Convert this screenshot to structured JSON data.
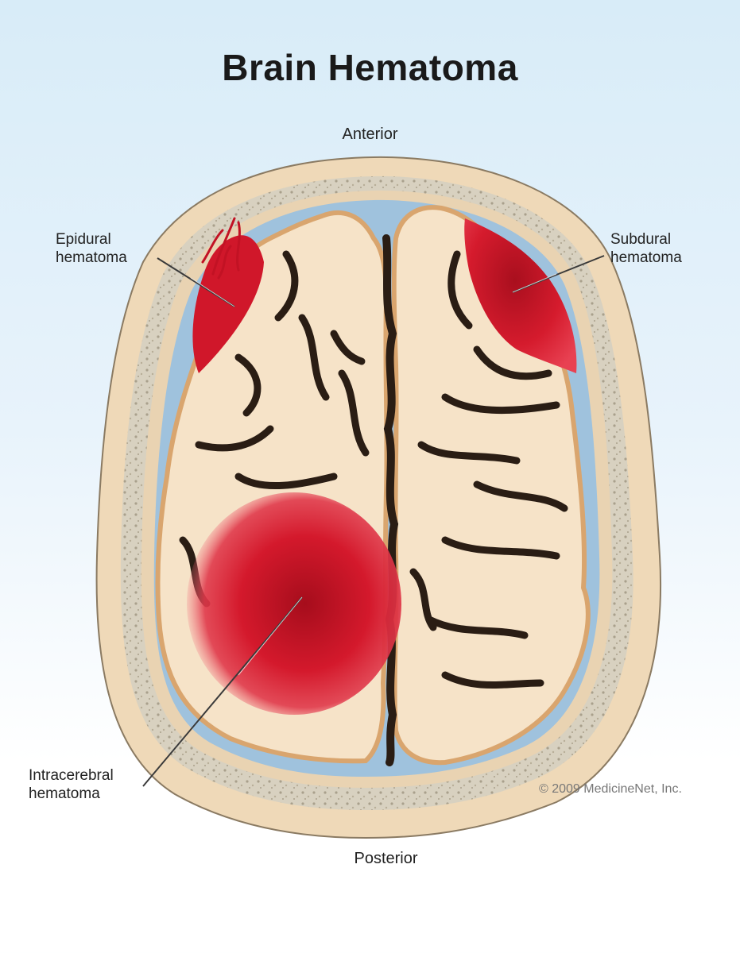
{
  "title": "Brain Hematoma",
  "orientation": {
    "top": "Anterior",
    "bottom": "Posterior"
  },
  "labels": {
    "epidural": [
      "Epidural",
      "hematoma"
    ],
    "subdural": [
      "Subdural",
      "hematoma"
    ],
    "intracerebral": [
      "Intracerebral",
      "hematoma"
    ]
  },
  "copyright": "© 2009 MedicineNet, Inc.",
  "colors": {
    "skull": "#efd9b8",
    "skull_bone": "#d9d3c3",
    "csf": "#9fc2dd",
    "brain": "#f6e3c8",
    "brain_shadow": "#d9a56e",
    "sulci": "#2a1d14",
    "blood": "#d0172a"
  }
}
